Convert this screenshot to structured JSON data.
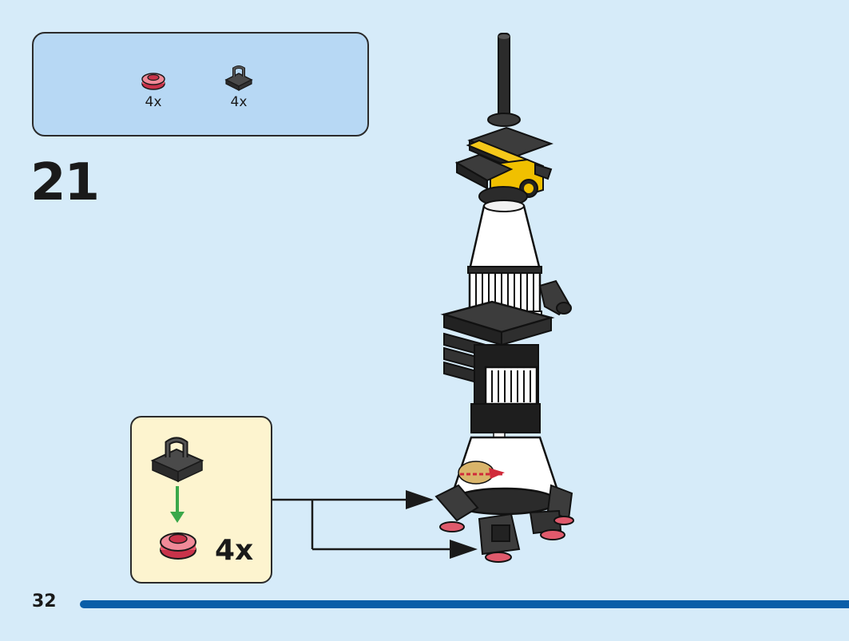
{
  "parts_list": {
    "items": [
      {
        "icon": "red-round-plate-icon",
        "quantity": "4x"
      },
      {
        "icon": "black-clip-plate-icon",
        "quantity": "4x"
      }
    ]
  },
  "step": {
    "number": "21"
  },
  "sub_assembly": {
    "quantity": "4x"
  },
  "page": {
    "number": "32"
  },
  "colors": {
    "background": "#d6ebf9",
    "parts_box": "#b7d8f4",
    "sub_box": "#fdf4cf",
    "progress": "#0a5ea8",
    "arrow": "#3aa84a"
  }
}
